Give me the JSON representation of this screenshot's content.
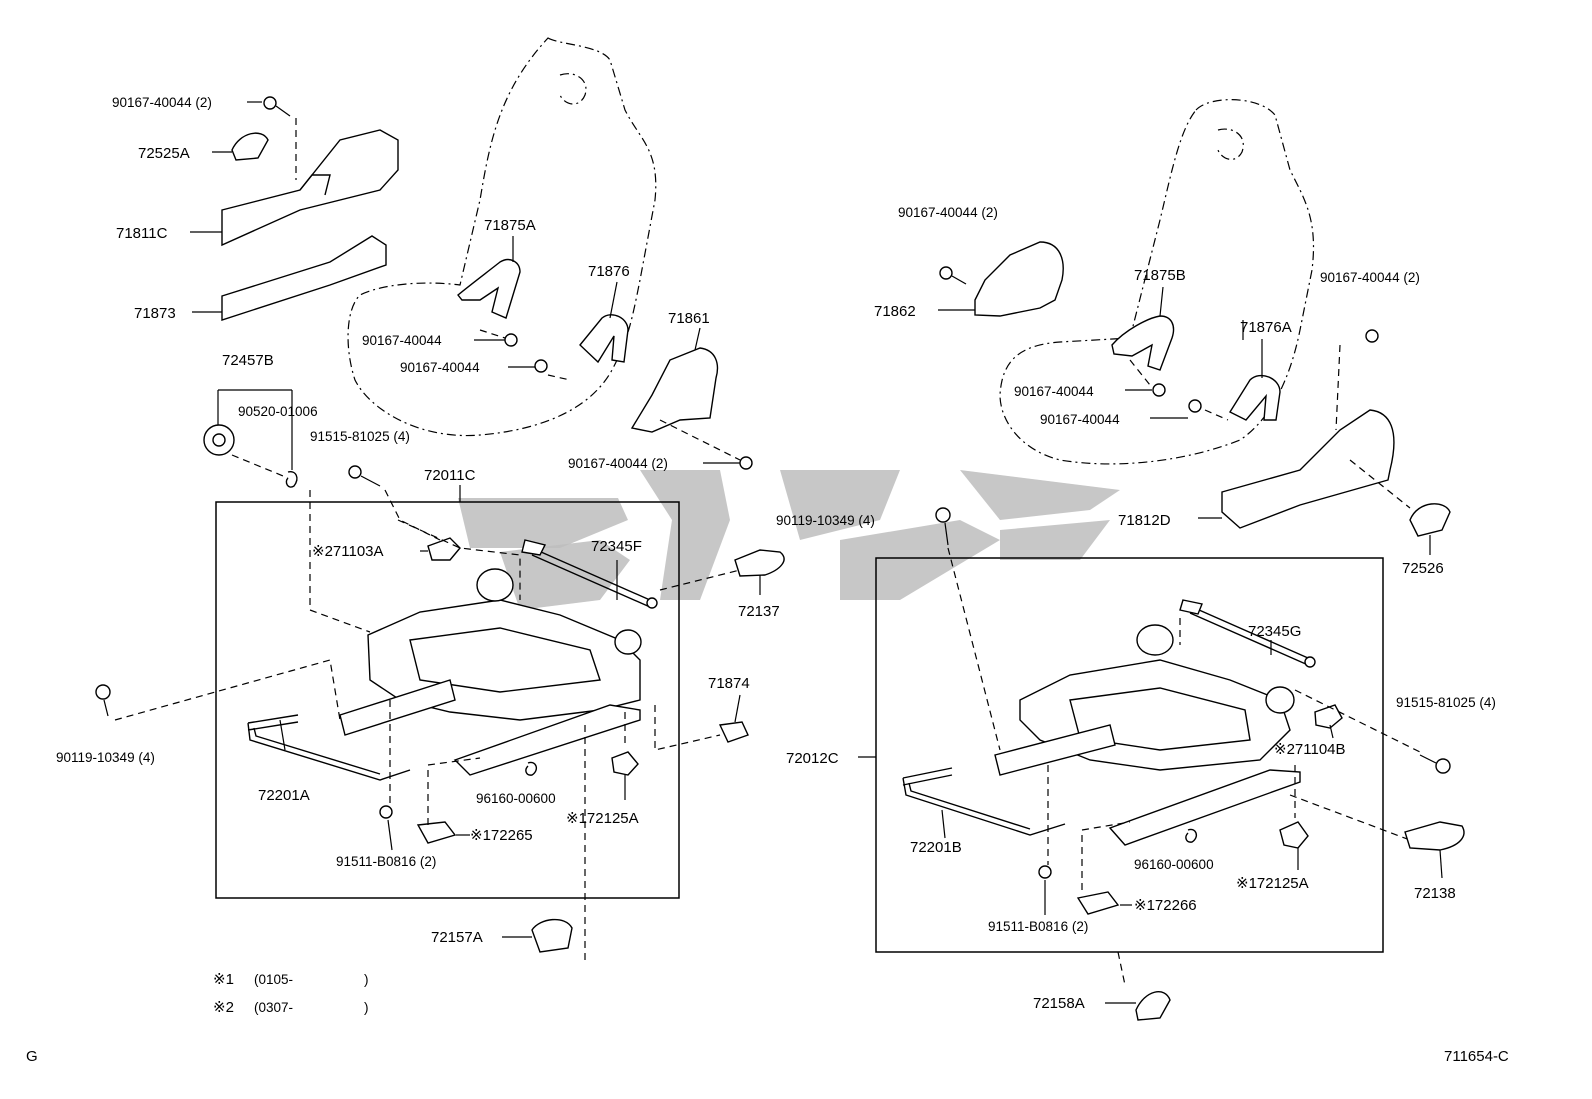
{
  "page": {
    "corner_letter": "G",
    "illustration_code": "711654-C"
  },
  "notes": [
    {
      "mark": "※1",
      "range": "(0105-",
      "close": ")"
    },
    {
      "mark": "※2",
      "range": "(0307-",
      "close": ")"
    }
  ],
  "labels": {
    "l1": "90167-40044 (2)",
    "l2": "72525A",
    "l3": "71811C",
    "l4": "71873",
    "l5": "72457B",
    "l6": "90520-01006",
    "l7": "91515-81025 (4)",
    "l8": "72011C",
    "l9": "※271103A",
    "l10": "72345F",
    "l11": "72137",
    "l12": "71875A",
    "l13": "90167-40044",
    "l14": "90167-40044",
    "l15": "71876",
    "l16": "71861",
    "l17": "90167-40044 (2)",
    "l18": "90119-10349 (4)",
    "l19": "72201A",
    "l20": "91511-B0816 (2)",
    "l21": "※172265",
    "l22": "96160-00600",
    "l23": "※172125A",
    "l24": "71874",
    "l25": "72157A",
    "r1": "90167-40044 (2)",
    "r2": "71862",
    "r3": "71875B",
    "r4": "90167-40044",
    "r5": "90167-40044",
    "r6": "71876A",
    "r7": "90167-40044 (2)",
    "r8": "71812D",
    "r9": "72526",
    "r10": "90119-10349 (4)",
    "r11": "72345G",
    "r12": "72012C",
    "r13": "91515-81025 (4)",
    "r14": "※271104B",
    "r15": "72201B",
    "r16": "96160-00600",
    "r17": "※172125A",
    "r18": "91511-B0816 (2)",
    "r19": "※172266",
    "r20": "72138",
    "r21": "72158A"
  }
}
